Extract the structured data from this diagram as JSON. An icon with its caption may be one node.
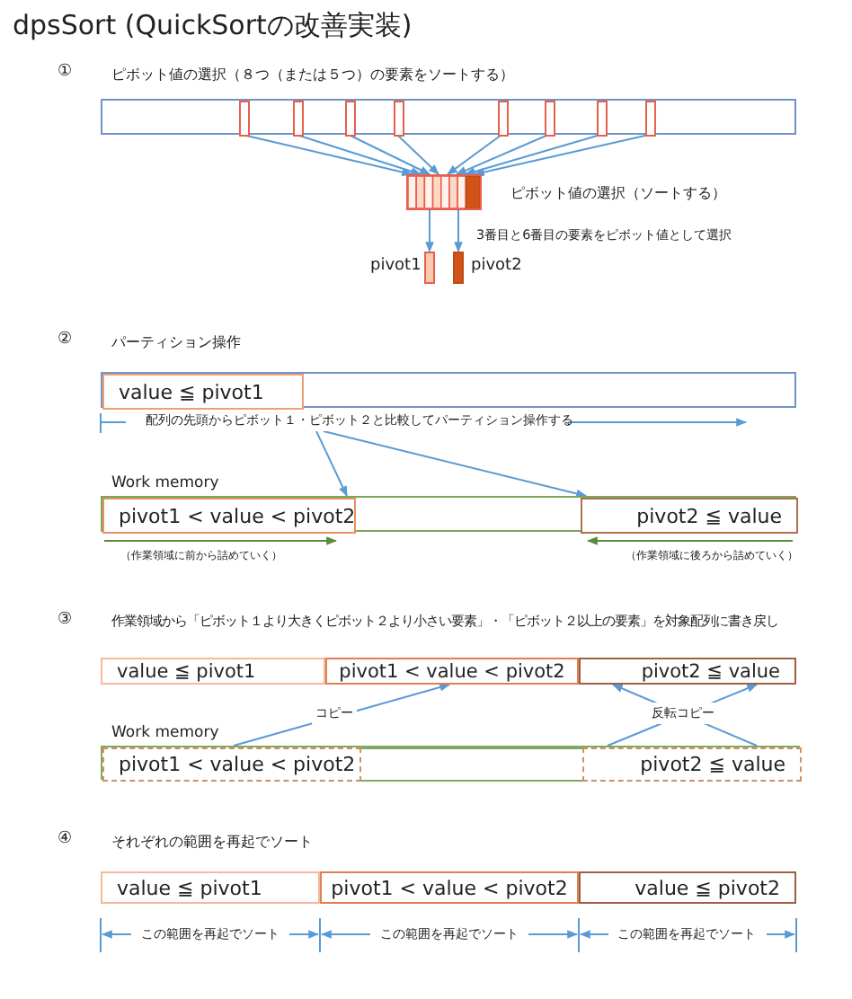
{
  "diagram": {
    "title": "dpsSort (QuickSortの改善実装)",
    "nodes": [
      {
        "text": [],
        "shape": "box"
      },
      {
        "text": [],
        "shape": "box",
        "in": 0
      },
      {
        "text": [],
        "shape": "box",
        "in": 0
      },
      {
        "text": [],
        "shape": "box",
        "in": 0
      },
      {
        "text": [],
        "shape": "box",
        "in": 0
      },
      {
        "text": [],
        "shape": "box",
        "in": 0
      },
      {
        "text": [],
        "shape": "box",
        "in": 0
      },
      {
        "text": [],
        "shape": "box",
        "in": 0
      },
      {
        "text": [],
        "shape": "box",
        "in": 0
      },
      {
        "text": [],
        "shape": "box",
        "beside": [
          "ピボット値の選択（ソートする）"
        ]
      },
      {
        "text": [],
        "shape": "box",
        "beside": [
          "pivot1"
        ]
      },
      {
        "text": [],
        "shape": "box",
        "beside": [
          "pivot2"
        ]
      },
      {
        "text": [],
        "shape": "box"
      },
      {
        "text": [
          "value ≦ pivot1"
        ],
        "in": 12
      },
      {
        "text": [
          "配列の先頭からピボット１・ピボット２と比較してパーティション操作する"
        ]
      },
      {
        "text": [
          "Work memory"
        ]
      },
      {
        "text": [
          "pivot1 < value < pivot2"
        ],
        "in": 15
      },
      {
        "text": [
          "pivot2 ≦ value"
        ],
        "in": 15
      },
      {
        "text": [
          "value ≦ pivot1"
        ]
      },
      {
        "text": [
          "pivot1 < value < pivot2"
        ]
      },
      {
        "text": [
          "pivot2 ≦ value"
        ]
      },
      {
        "text": [
          "Work memory"
        ]
      },
      {
        "text": [
          "pivot1 < value < pivot2"
        ],
        "in": 21
      },
      {
        "text": [],
        "shape": "box",
        "in": 21
      },
      {
        "text": [
          "pivot2 ≦ value"
        ],
        "in": 21
      },
      {
        "text": [
          "value ≦ pivot1"
        ]
      },
      {
        "text": [
          "pivot1 < value < pivot2"
        ]
      },
      {
        "text": [
          "value ≦ pivot2"
        ]
      }
    ],
    "edges": [
      {
        "from": 1,
        "to": 9,
        "arrow": "to"
      },
      {
        "from": 2,
        "to": 9,
        "arrow": "to"
      },
      {
        "from": 3,
        "to": 9,
        "arrow": "to"
      },
      {
        "from": 4,
        "to": 9,
        "arrow": "to"
      },
      {
        "from": 5,
        "to": 9,
        "arrow": "to"
      },
      {
        "from": 6,
        "to": 9,
        "arrow": "to"
      },
      {
        "from": 7,
        "to": 9,
        "arrow": "to"
      },
      {
        "from": 8,
        "to": 9,
        "arrow": "to"
      },
      {
        "from": 9,
        "to": 10,
        "arrow": "to"
      },
      {
        "from": 9,
        "to": 11,
        "arrow": "to"
      },
      {
        "from": 14,
        "to": 16,
        "arrow": "to"
      },
      {
        "from": 14,
        "to": 17,
        "arrow": "to"
      },
      {
        "from": 22,
        "to": 19,
        "arrow": "to",
        "label": "コピー"
      },
      {
        "from": 24,
        "to": 20,
        "arrow": "to",
        "label": "反転コピー"
      },
      {
        "from": 24,
        "to": 20,
        "arrow": "to"
      }
    ],
    "labels": [
      "①",
      "ピボット値の選択（８つ（または５つ）の要素をソートする）",
      "3番目と6番目の要素をピボット値として選択",
      "②",
      "パーティション操作",
      "（作業領域に前から詰めていく）",
      "（作業領域に後ろから詰めていく）",
      "③",
      "作業領域から「ピボット１より大きくピボット２より小さい要素」・「ピボット２以上の要素」を対象配列に書き戻し",
      "④",
      "それぞれの範囲を再起でソート",
      "この範囲を再起でソート",
      "この範囲を再起でソート",
      "この範囲を再起でソート"
    ]
  }
}
